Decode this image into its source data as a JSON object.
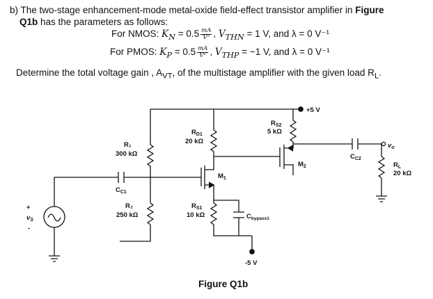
{
  "question": {
    "part": "b)",
    "intro": "The two-stage enhancement-mode metal-oxide field-effect transistor amplifier in",
    "figure_ref": "Figure",
    "figure_ref2": "Q1b",
    "intro_end": "has the parameters as follows:",
    "nmos_prefix": "For NMOS:",
    "nmos_k": "K",
    "nmos_k_sub": "N",
    "nmos_k_val": "= 0.5",
    "unit_num": "mA",
    "unit_den": "V²",
    "nmos_vth": "V",
    "nmos_vth_sub": "THN",
    "nmos_vth_val": "= 1 V, and λ = 0 V⁻¹",
    "pmos_prefix": "For PMOS:",
    "pmos_k": "K",
    "pmos_k_sub": "P",
    "pmos_k_val": "= 0.5",
    "pmos_vth": "V",
    "pmos_vth_sub": "THP",
    "pmos_vth_val": "= −1 V, and λ = 0 V⁻¹",
    "task_start": "Determine the total voltage gain , A",
    "task_sub": "VT",
    "task_mid": ", of the multistage amplifier with the given load R",
    "task_sub2": "L",
    "task_end": "."
  },
  "circuit": {
    "vdd": "+5 V",
    "vss": "-5 V",
    "r1": "R₁",
    "r1_val": "300 kΩ",
    "r2": "R₂",
    "r2_val": "250 kΩ",
    "rd1": "R",
    "rd1_sub": "D1",
    "rd1_val": "20 kΩ",
    "rs1": "R",
    "rs1_sub": "S1",
    "rs1_val": "10 kΩ",
    "rs2": "R",
    "rs2_sub": "S2",
    "rs2_val": "5 kΩ",
    "m1": "M",
    "m1_sub": "1",
    "m2": "M",
    "m2_sub": "2",
    "cc1": "C",
    "cc1_sub": "C1",
    "cc2": "C",
    "cc2_sub": "C2",
    "cbypass": "C",
    "cbypass_sub": "bypass1",
    "rl": "R",
    "rl_sub": "L",
    "rl_val": "20 kΩ",
    "vo": "v",
    "vo_sub": "o",
    "vs": "v",
    "vs_sub": "S",
    "plus": "+",
    "minus": "-"
  },
  "caption": "Figure Q1b"
}
